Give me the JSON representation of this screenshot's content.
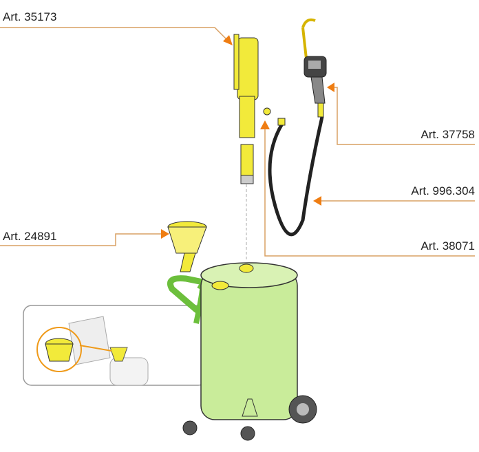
{
  "labels": {
    "pump": "Art. 35173",
    "gun": "Art. 37758",
    "hose": "Art. 996.304",
    "fitting": "Art. 38071",
    "funnel": "Art. 24891"
  },
  "colors": {
    "leader": "#d9a063",
    "arrow": "#ef7d12",
    "tank": "#c9ec9a",
    "pump": "#f2ea3a",
    "hose": "#222222"
  }
}
